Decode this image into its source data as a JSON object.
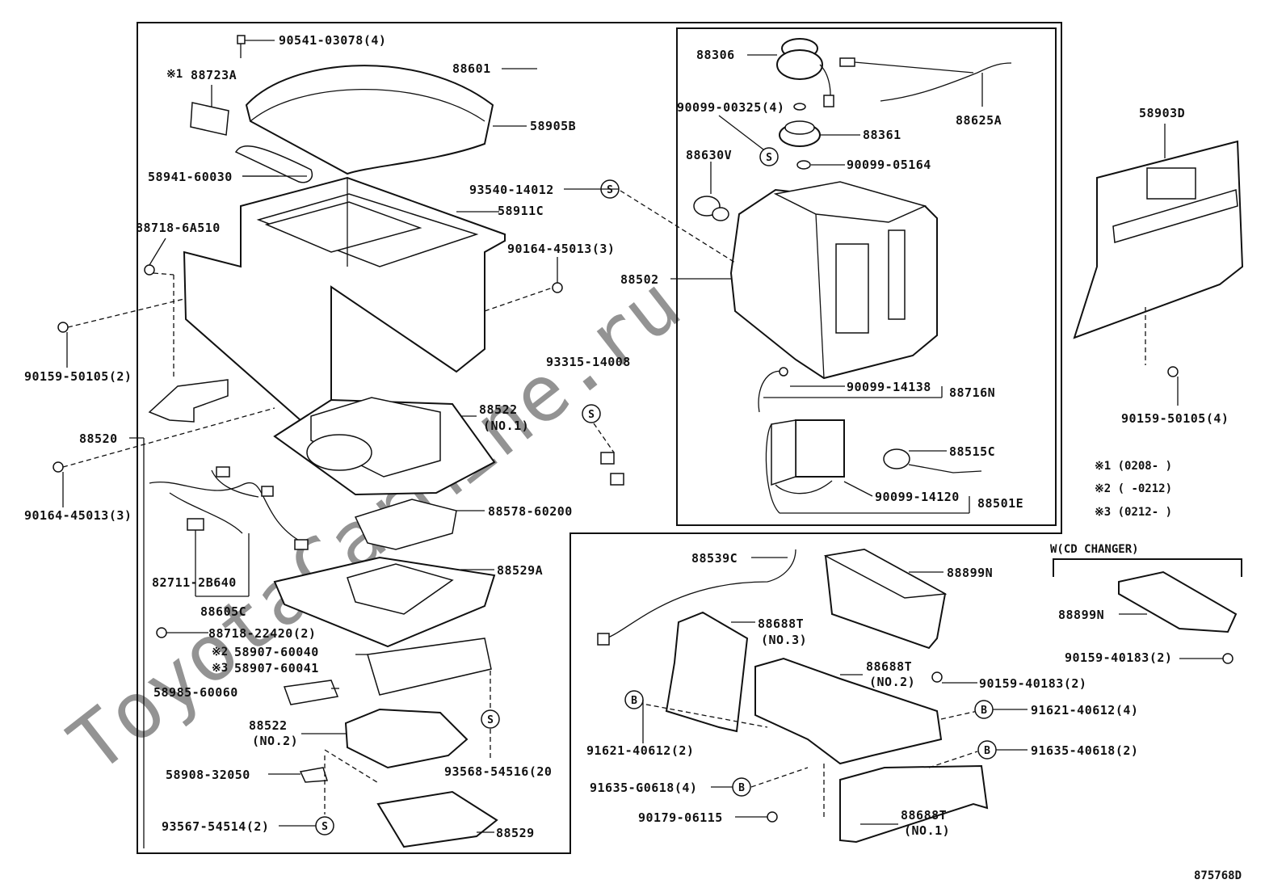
{
  "watermark": "ToyotaCarMine.ru",
  "diagram_id": "875768D",
  "labels": {
    "p90541": "90541-03078(4)",
    "p88601": "88601",
    "p88723A": "88723A",
    "mark1": "※1",
    "p58905B": "58905B",
    "p58941": "58941-60030",
    "p93540": "93540-14012",
    "p58911C": "58911C",
    "p88718_6A": "88718-6A510",
    "p90164_r": "90164-45013(3)",
    "p90159_l": "90159-50105(2)",
    "p88520": "88520",
    "p90164_l": "90164-45013(3)",
    "p93315": "93315-14008",
    "p88522_1": "88522",
    "p88522_1n": "(NO.1)",
    "p88578": "88578-60200",
    "p82711": "82711-2B640",
    "p88605C": "88605C",
    "p88529A": "88529A",
    "p88718_22": "88718-22420(2)",
    "mark2": "※2",
    "p58907_40": "58907-60040",
    "mark3": "※3",
    "p58907_41": "58907-60041",
    "p58985": "58985-60060",
    "p88522_2": "88522",
    "p88522_2n": "(NO.2)",
    "p58908": "58908-32050",
    "p93568": "93568-54516(20",
    "p93567": "93567-54514(2)",
    "p88529": "88529",
    "p88306": "88306",
    "p90099_325": "90099-00325(4)",
    "p88361": "88361",
    "p88630V": "88630V",
    "p90099_5164": "90099-05164",
    "p88625A": "88625A",
    "p88502": "88502",
    "p90099_14138": "90099-14138",
    "p88716N": "88716N",
    "p88515C": "88515C",
    "p90099_14120": "90099-14120",
    "p88501E": "88501E",
    "p58903D": "58903D",
    "p90159_r": "90159-50105(4)",
    "note1": "※1 (0208-     )",
    "note2": "※2 (     -0212)",
    "note3": "※3 (0212-     )",
    "cd_changer": "W(CD CHANGER)",
    "p88899N_cd": "88899N",
    "p90159_40183_cd": "90159-40183(2)",
    "p88539C": "88539C",
    "p88899N": "88899N",
    "p88688T_3": "88688T",
    "p88688T_3n": "(NO.3)",
    "p88688T_2": "88688T",
    "p88688T_2n": "(NO.2)",
    "p90159_40183": "90159-40183(2)",
    "p91621_r": "91621-40612(4)",
    "p91621_l": "91621-40612(2)",
    "p91635_r": "91635-40618(2)",
    "p91635_l": "91635-G0618(4)",
    "p90179": "90179-06115",
    "p88688T_1": "88688T",
    "p88688T_1n": "(NO.1)"
  },
  "symbols": {
    "s": "S",
    "b": "B"
  }
}
